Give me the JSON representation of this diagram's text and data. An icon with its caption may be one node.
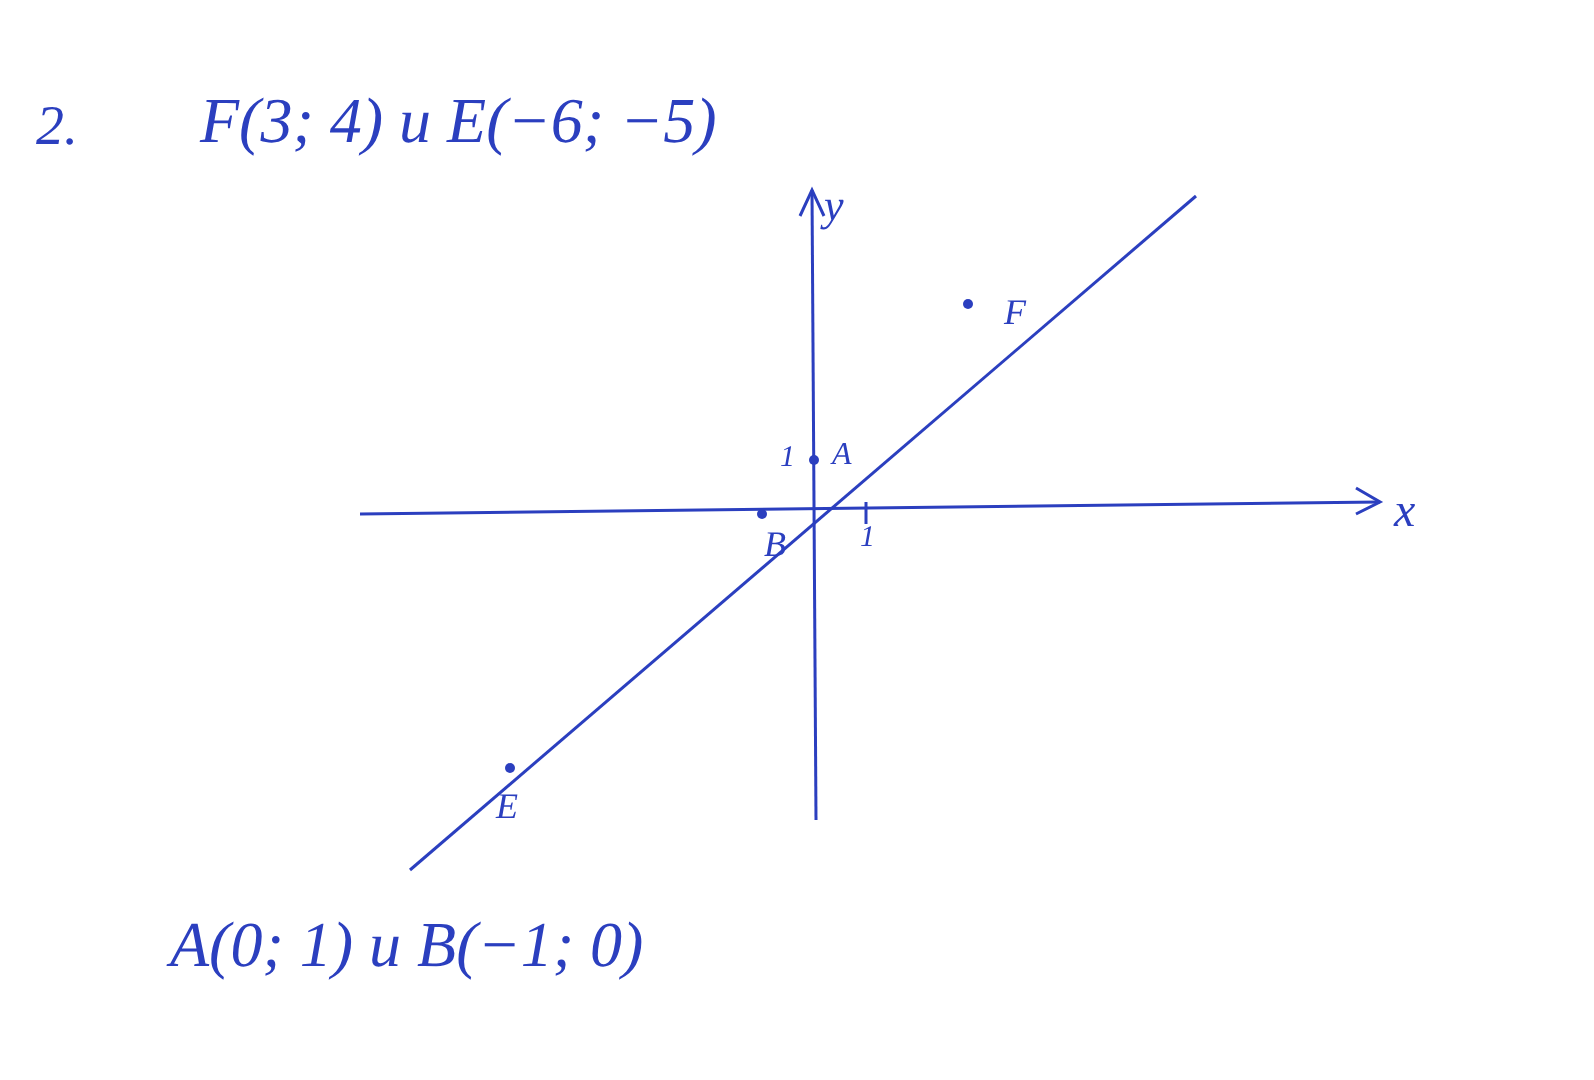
{
  "diagram": {
    "labels": [
      "2.",
      "F(3; 4) и E(−6; −5)",
      "y",
      "x",
      "1",
      "1",
      "A",
      "B",
      "F",
      "E",
      "A(0; 1) и B(−1; 0)"
    ]
  }
}
